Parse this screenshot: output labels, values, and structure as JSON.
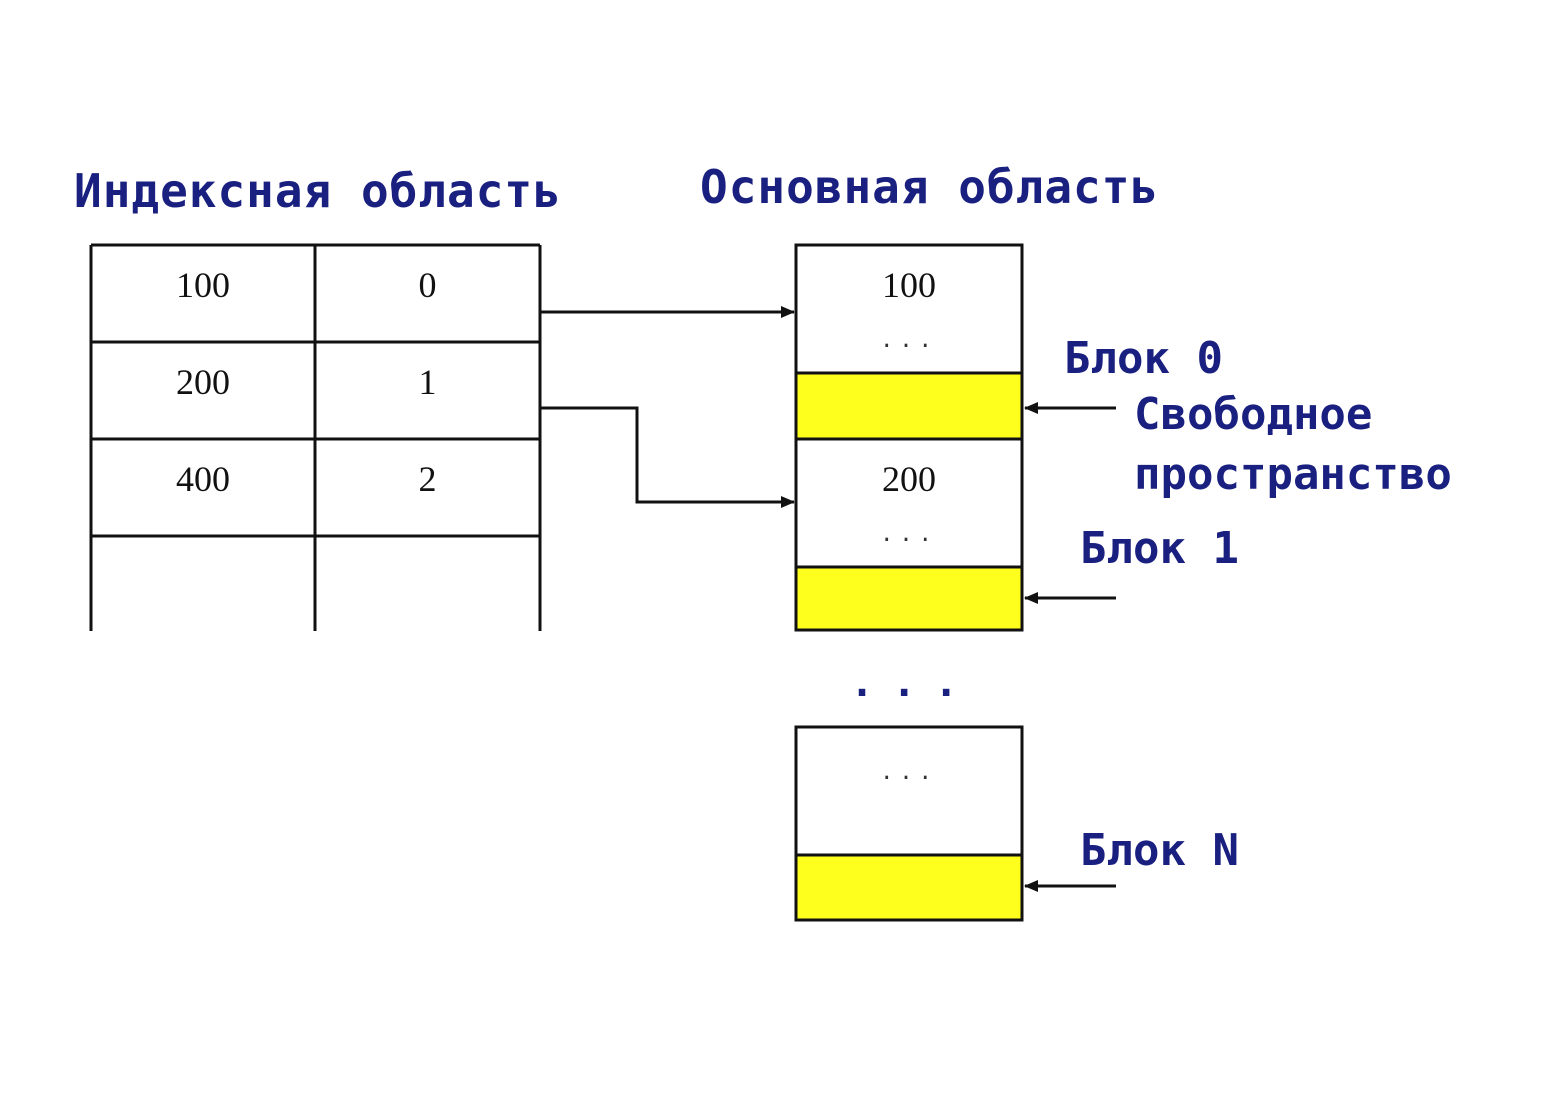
{
  "headings": {
    "index_area": "Индексная область",
    "main_area": "Основная область"
  },
  "index_table": {
    "rows": [
      {
        "key": "100",
        "block": "0"
      },
      {
        "key": "200",
        "block": "1"
      },
      {
        "key": "400",
        "block": "2"
      },
      {
        "key": "",
        "block": ""
      }
    ]
  },
  "main_area": {
    "blocks": [
      {
        "first_key": "100",
        "dots": "...",
        "label": "Блок 0"
      },
      {
        "first_key": "200",
        "dots": "...",
        "label": "Блок 1"
      },
      {
        "first_key": "",
        "dots": "...",
        "label": "Блок N"
      }
    ],
    "between_dots": "...",
    "free_space_label_line1": "Свободное",
    "free_space_label_line2": "пространство"
  },
  "colors": {
    "free_space": "#ffff1e",
    "heading_text": "#1a2080",
    "lines": "#111111"
  }
}
